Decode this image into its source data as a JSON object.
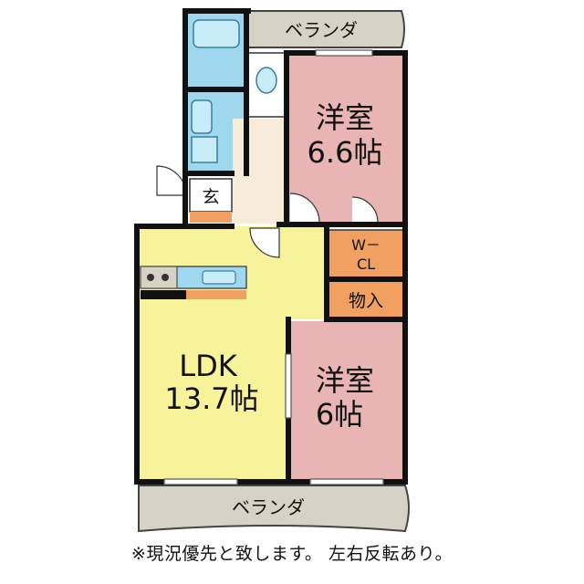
{
  "rooms": {
    "balcony_top": "ベランダ",
    "balcony_bottom": "ベランダ",
    "western_room_1_name": "洋室",
    "western_room_1_size": "6.6帖",
    "western_room_2_name": "洋室",
    "western_room_2_size": "6帖",
    "entrance": "玄",
    "walk_in_closet_line1": "W－",
    "walk_in_closet_line2": "CL",
    "storage": "物入",
    "ldk_name": "LDK",
    "ldk_size": "13.7帖"
  },
  "colors": {
    "western_room": "#e8b4b4",
    "ldk": "#f7f39a",
    "closet": "#f0a060",
    "wet_area": "#9fd8ee",
    "balcony": "#d7d2c6",
    "hallway": "#f6ecd9",
    "wall": "#111111"
  },
  "note": "※現況優先と致します。 左右反転あり。"
}
